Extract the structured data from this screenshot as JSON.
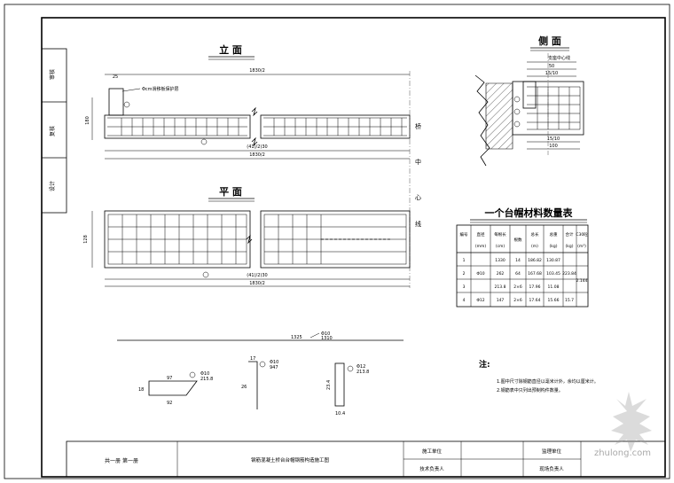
{
  "views": {
    "elevation_title": "立 面",
    "plan_title": "平 面",
    "side_title": "侧 面"
  },
  "side_strip": {
    "label1": "审核",
    "label2": "复核",
    "label3": "设计"
  },
  "bridge_center_label": [
    "桥",
    "中",
    "心",
    "线"
  ],
  "elevation": {
    "dim_top": "1830/2",
    "dim_total": "1830/2",
    "dim_mid": "(41)/2)30",
    "dim_left": "25",
    "dim_height": "180",
    "callout": "Φcm滑移板保护层"
  },
  "plan": {
    "dim_total": "1830/2",
    "dim_mid": "(41)/2)30",
    "dim_height": "128"
  },
  "side": {
    "dim_top": "50",
    "dim_top2": "15/10",
    "dim_bottom": "15/10",
    "dim_bottom2": "100",
    "callout": "支座中心线"
  },
  "rebar_shapes": {
    "long_bar_label": "1325",
    "long_bar_tag": "Φ10",
    "long_bar_len": "1310",
    "shape1_tag": "Φ10",
    "shape1_len": "215.8",
    "shape1_a": "97",
    "shape1_b": "92",
    "shape1_c": "18",
    "shape2_tag": "Φ10",
    "shape2_len": "947",
    "shape2_a": "17",
    "shape2_b": "26",
    "shape3_tag": "Φ12",
    "shape3_len": "213.8",
    "shape3_a": "23.4",
    "shape3_b": "10.4"
  },
  "table": {
    "title": "一个台帽材料数量表",
    "headers": [
      "编号",
      "直径",
      "每根长",
      "根数",
      "总长",
      "总重",
      "合计",
      "C30砼"
    ],
    "units": [
      "",
      "(mm)",
      "(cm)",
      "",
      "(m)",
      "(kg)",
      "(kg)",
      "(m³)"
    ],
    "rows": [
      [
        "1",
        "",
        "1330",
        "14",
        "186.82",
        "130.87",
        "",
        ""
      ],
      [
        "2",
        "Φ10",
        "262",
        "64",
        "167.68",
        "103.45",
        "223.84",
        ""
      ],
      [
        "3",
        "",
        "213.8",
        "2×6",
        "17.96",
        "11.08",
        "",
        "2.144"
      ],
      [
        "4",
        "Φ12",
        "147",
        "2×6",
        "17.64",
        "15.66",
        "15.7",
        ""
      ]
    ]
  },
  "notes": {
    "title": "注:",
    "lines": [
      "1.图中尺寸除钢筋直径以毫米计外，余均以厘米计。",
      "2.钢筋表中只列出预制构件数量。"
    ]
  },
  "title_block": {
    "page_label": "共一册 第一册",
    "drawing_title": "钢筋混凝土桥台台帽钢筋构造施工图",
    "construction_unit": "施工单位",
    "tech_lead": "技术负责人",
    "supervision_unit": "监理单位",
    "supervisor": "现场负责人"
  },
  "watermark": "zhulong.com"
}
